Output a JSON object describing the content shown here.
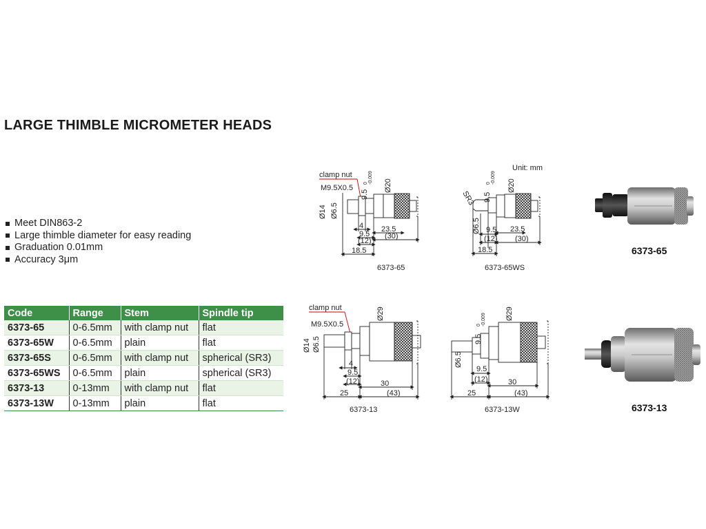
{
  "title": "LARGE THIMBLE MICROMETER HEADS",
  "features": [
    "Meet DIN863-2",
    "Large thimble diameter for easy reading",
    "Graduation 0.01mm",
    "Accuracy 3μm"
  ],
  "unit_note": "Unit: mm",
  "table": {
    "headers": [
      "Code",
      "Range",
      "Stem",
      "Spindle tip"
    ],
    "rows": [
      [
        "6373-65",
        "0-6.5mm",
        "with clamp nut",
        "flat"
      ],
      [
        "6373-65W",
        "0-6.5mm",
        "plain",
        "flat"
      ],
      [
        "6373-65S",
        "0-6.5mm",
        "with clamp nut",
        "spherical (SR3)"
      ],
      [
        "6373-65WS",
        "0-6.5mm",
        "plain",
        "spherical (SR3)"
      ],
      [
        "6373-13",
        "0-13mm",
        "with clamp nut",
        "flat"
      ],
      [
        "6373-13W",
        "0-13mm",
        "plain",
        "flat"
      ]
    ]
  },
  "drawings": {
    "d1": {
      "caption": "6373-65",
      "clamp": "clamp nut",
      "thread": "M9.5X0.5",
      "stem": "9.5",
      "tol_top": "0",
      "tol_bot": "-0.009",
      "dia_thimble": "Ø20",
      "dia_a": "Ø14",
      "dia_b": "Ø6.5",
      "len_a": "4",
      "len_b": "9.5",
      "len_c": "(12)",
      "len_d": "18.5",
      "len_e": "23.5",
      "len_f": "(30)"
    },
    "d2": {
      "caption": "6373-65WS",
      "sr": "SR3",
      "stem": "9.5",
      "tol_top": "0",
      "tol_bot": "-0.009",
      "dia_thimble": "Ø20",
      "dia_b": "Ø6.5",
      "len_b": "9.5",
      "len_c": "(12)",
      "len_d": "18.5",
      "len_e": "23.5",
      "len_f": "(30)"
    },
    "d3": {
      "caption": "6373-13",
      "clamp": "clamp nut",
      "thread": "M9.5X0.5",
      "dia_thimble": "Ø29",
      "dia_a": "Ø14",
      "dia_b": "Ø6.5",
      "len_a": "4",
      "len_b": "9.5",
      "len_c": "(12)",
      "len_d": "25",
      "len_e": "30",
      "len_f": "(43)"
    },
    "d4": {
      "caption": "6373-13W",
      "stem": "9.5",
      "tol_top": "0",
      "tol_bot": "-0.009",
      "dia_thimble": "Ø29",
      "dia_b": "Ø6.5",
      "len_b": "9.5",
      "len_c": "(12)",
      "len_d": "25",
      "len_e": "30",
      "len_f": "(43)"
    }
  },
  "photos": {
    "top_label": "6373-65",
    "bottom_label": "6373-13"
  }
}
